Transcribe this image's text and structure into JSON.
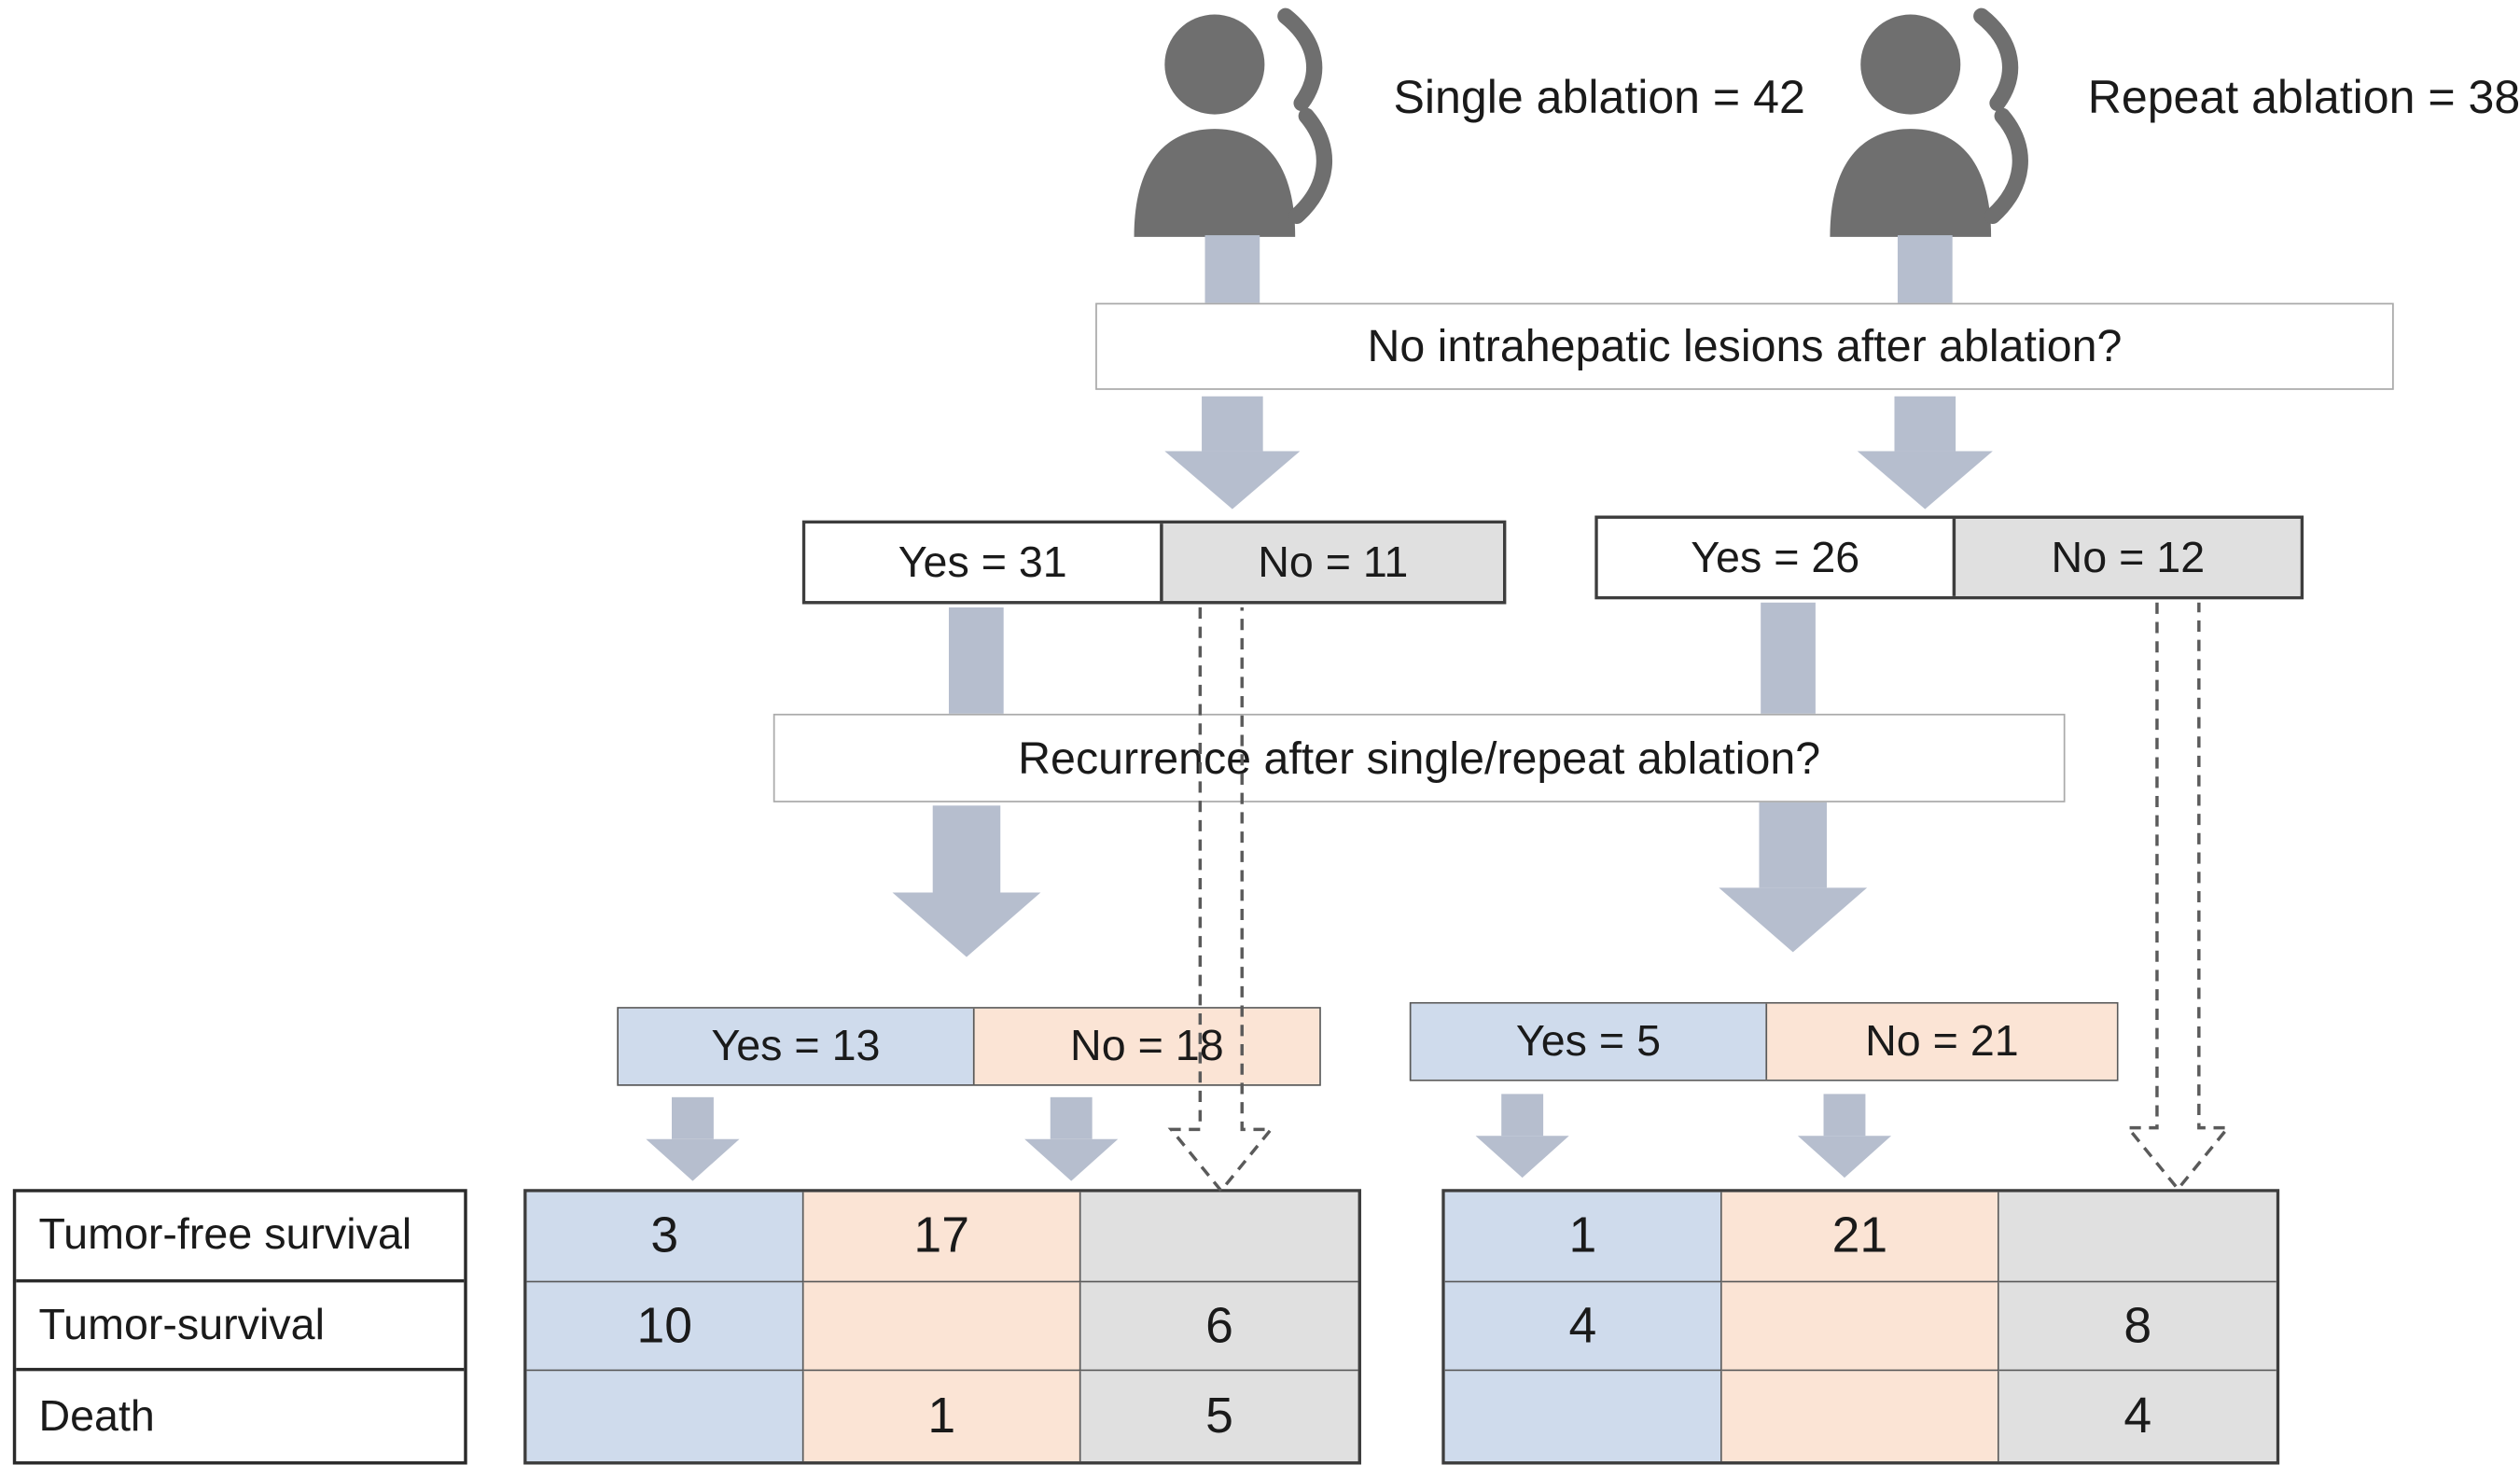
{
  "cohorts": {
    "single": "Single ablation = 42",
    "repeat": "Repeat ablation = 38"
  },
  "questions": {
    "intrahepatic": "No intrahepatic lesions after ablation?",
    "recurrence": "Recurrence after single/repeat ablation?"
  },
  "answers": {
    "single": {
      "intrahepatic_yes": "Yes = 31",
      "intrahepatic_no": "No = 11",
      "recurrence_yes": "Yes = 13",
      "recurrence_no": "No = 18"
    },
    "repeat": {
      "intrahepatic_yes": "Yes = 26",
      "intrahepatic_no": "No = 12",
      "recurrence_yes": "Yes = 5",
      "recurrence_no": "No = 21"
    }
  },
  "outcome_labels": [
    "Tumor-free survival",
    "Tumor-survival",
    "Death"
  ],
  "outcomes": {
    "single": [
      [
        "3",
        "17",
        ""
      ],
      [
        "10",
        "",
        "6"
      ],
      [
        "",
        "1",
        "5"
      ]
    ],
    "repeat": [
      [
        "1",
        "21",
        ""
      ],
      [
        "4",
        "",
        "8"
      ],
      [
        "",
        "",
        "4"
      ]
    ]
  },
  "colors": {
    "arrow": "#b6bece",
    "person": "#6f6f6f",
    "recurrence_yes_fill": "#cfdbec",
    "recurrence_no_fill": "#fbe4d5",
    "lesion_no_fill": "#e0e0e0"
  }
}
